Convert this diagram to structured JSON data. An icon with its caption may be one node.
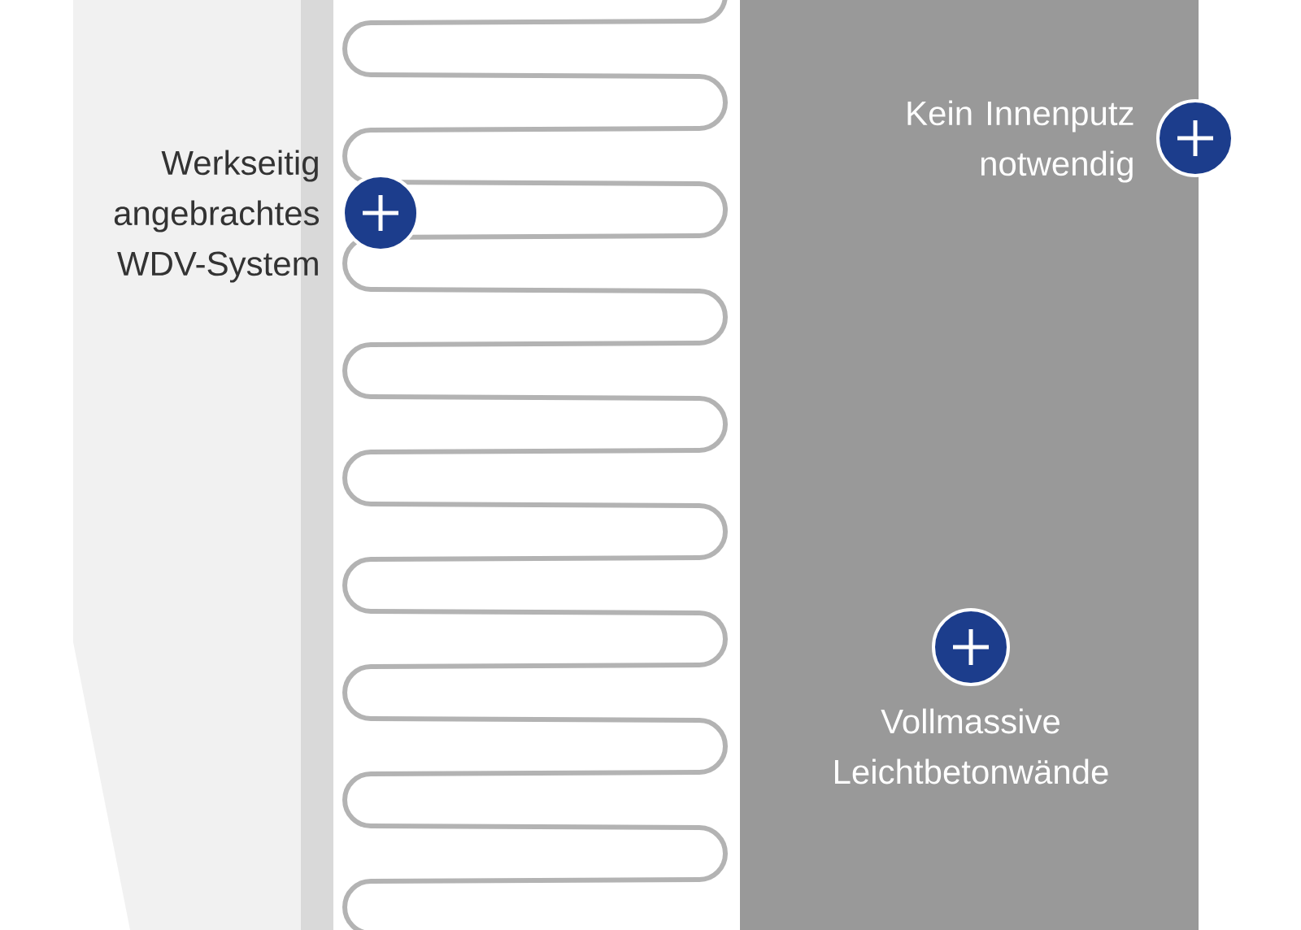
{
  "diagram": {
    "labels": [
      "Werkseitig angebrachtes WDV-System",
      "Kein Innenputz notwendig",
      "Vollmassive Leichtbetonwände"
    ]
  }
}
